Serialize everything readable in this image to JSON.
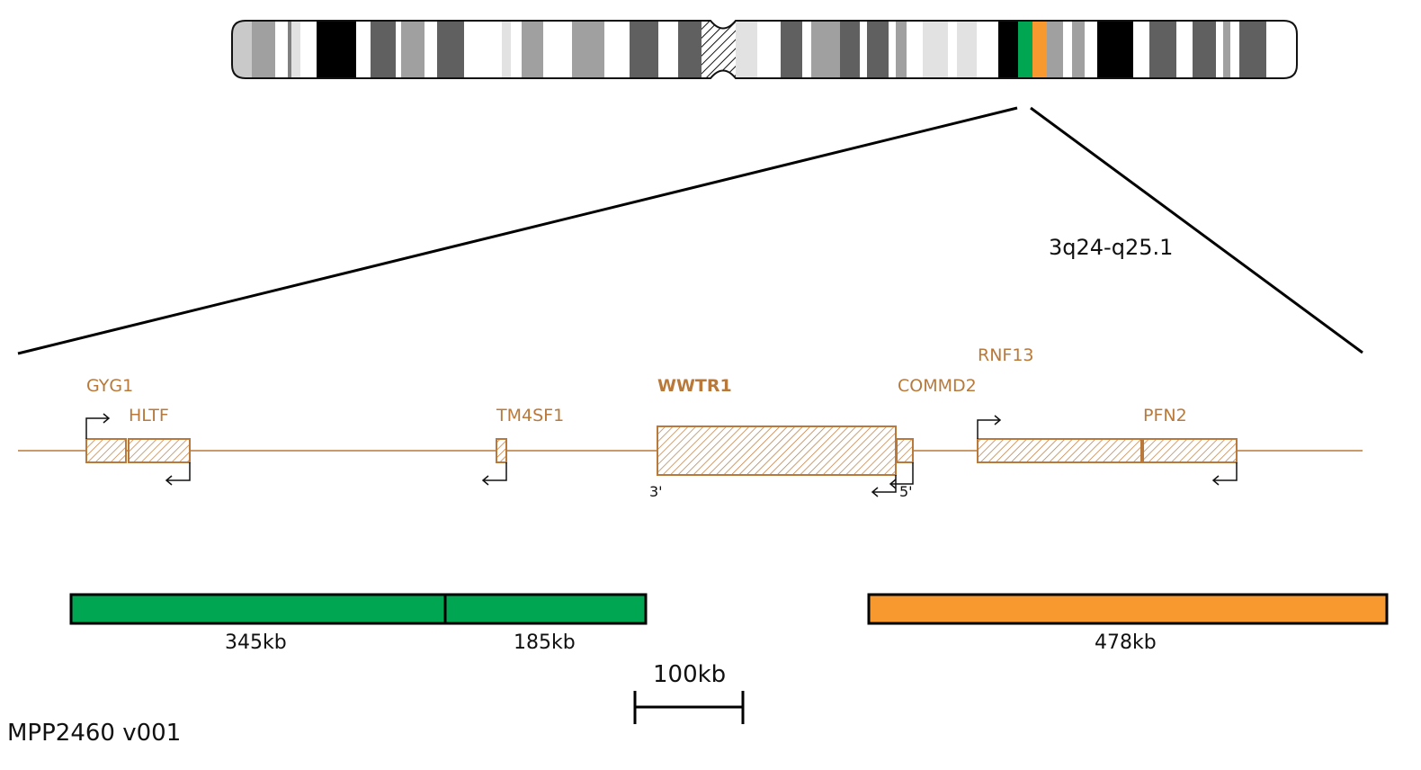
{
  "region_label": "3q24-q25.1",
  "footer_label": "MPP2460 v001",
  "colors": {
    "gene": "#b8793a",
    "green": "#00a651",
    "orange": "#f7992f"
  },
  "genes": {
    "gyg1": "GYG1",
    "hltf": "HLTF",
    "tm4sf1": "TM4SF1",
    "wwtr1": "WWTR1",
    "commd2": "COMMD2",
    "rnf13": "RNF13",
    "pfn2": "PFN2"
  },
  "ends": {
    "three_prime": "3'",
    "five_prime": "5'"
  },
  "probes": [
    {
      "name": "green",
      "segments": [
        "345kb",
        "185kb"
      ]
    },
    {
      "name": "orange",
      "segments": [
        "478kb"
      ]
    }
  ],
  "scale_bar": "100kb"
}
